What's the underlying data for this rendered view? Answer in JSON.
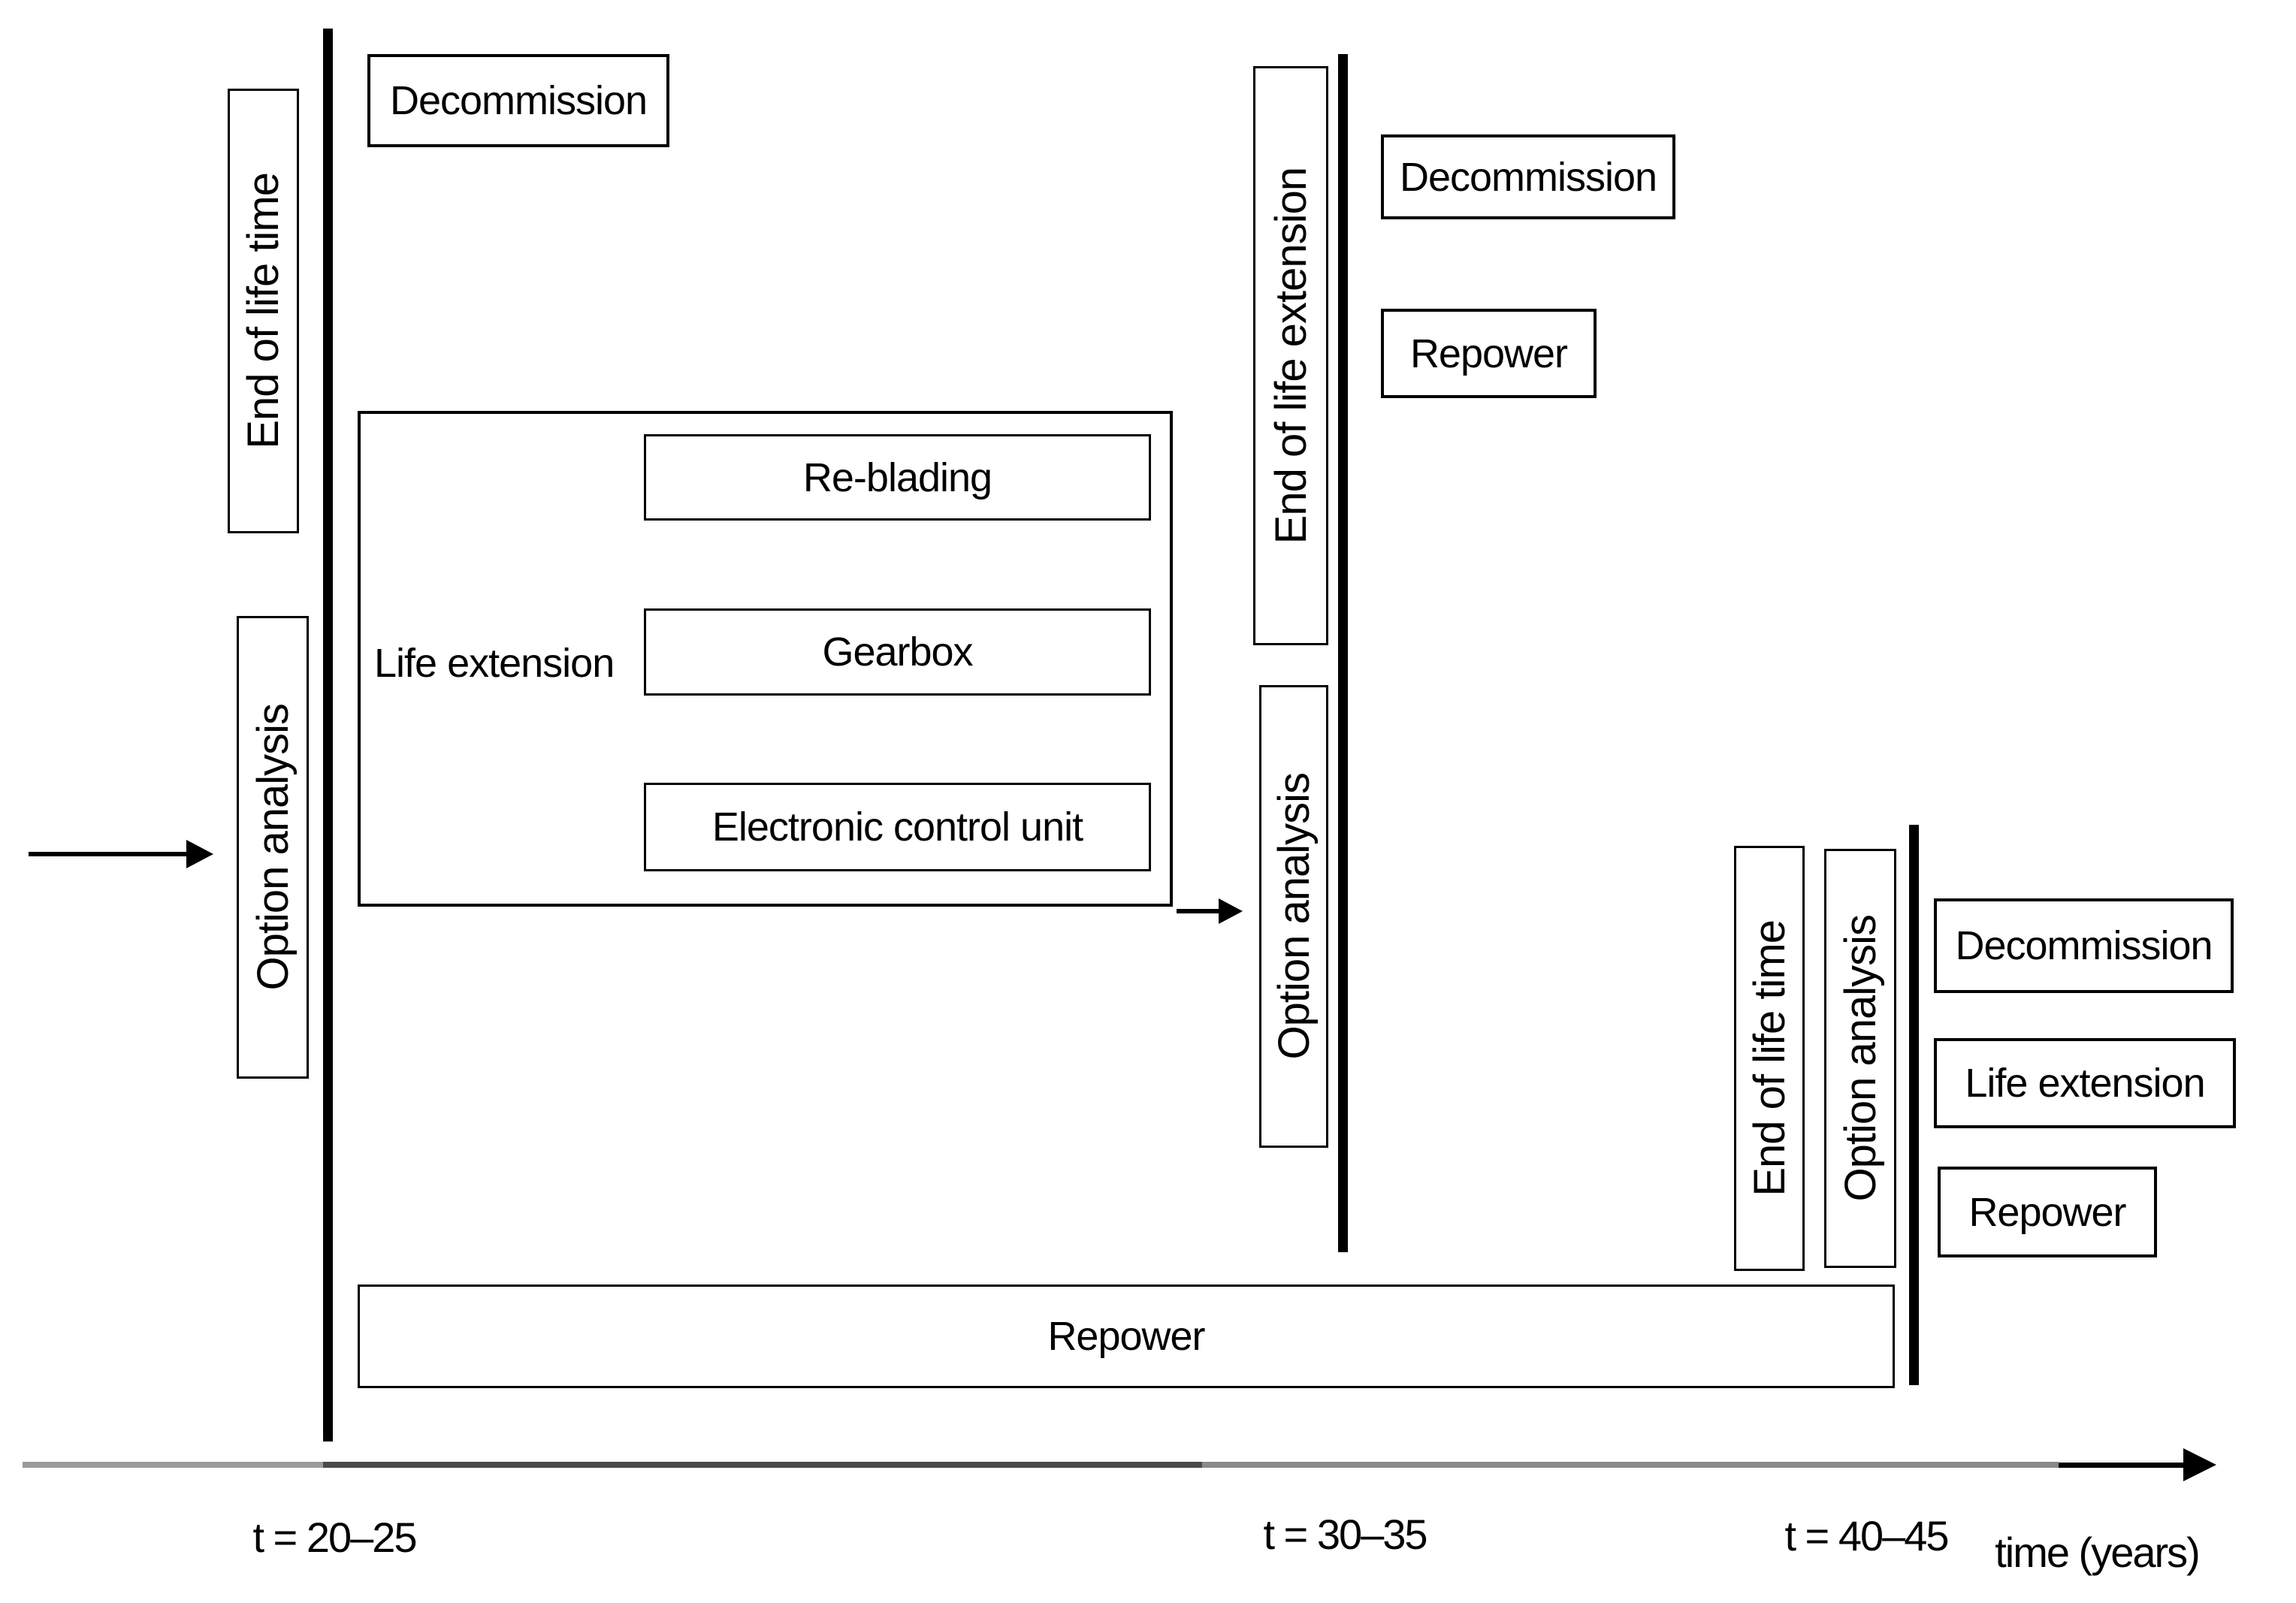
{
  "colors": {
    "ink": "#000000",
    "axis_grey": "#8a8a8a",
    "axis_dark": "#4a4a4a",
    "axis_light": "#9a9a9a"
  },
  "stage1": {
    "gate_top": "End of life time",
    "gate_bottom": "Option analysis",
    "decommission": "Decommission",
    "life_extension_label": "Life extension",
    "components": [
      "Re-blading",
      "Gearbox",
      "Electronic control unit"
    ],
    "time_label": "t = 20–25"
  },
  "stage2": {
    "gate_top": "End of life extension",
    "gate_bottom": "Option analysis",
    "decommission": "Decommission",
    "repower": "Repower",
    "time_label": "t = 30–35"
  },
  "stage3": {
    "gate_left": "End of life time",
    "gate_right": "Option analysis",
    "decommission": "Decommission",
    "life_extension": "Life extension",
    "repower": "Repower",
    "time_label": "t = 40–45"
  },
  "bottom": {
    "repower": "Repower"
  },
  "axis": {
    "label": "time (years)"
  }
}
